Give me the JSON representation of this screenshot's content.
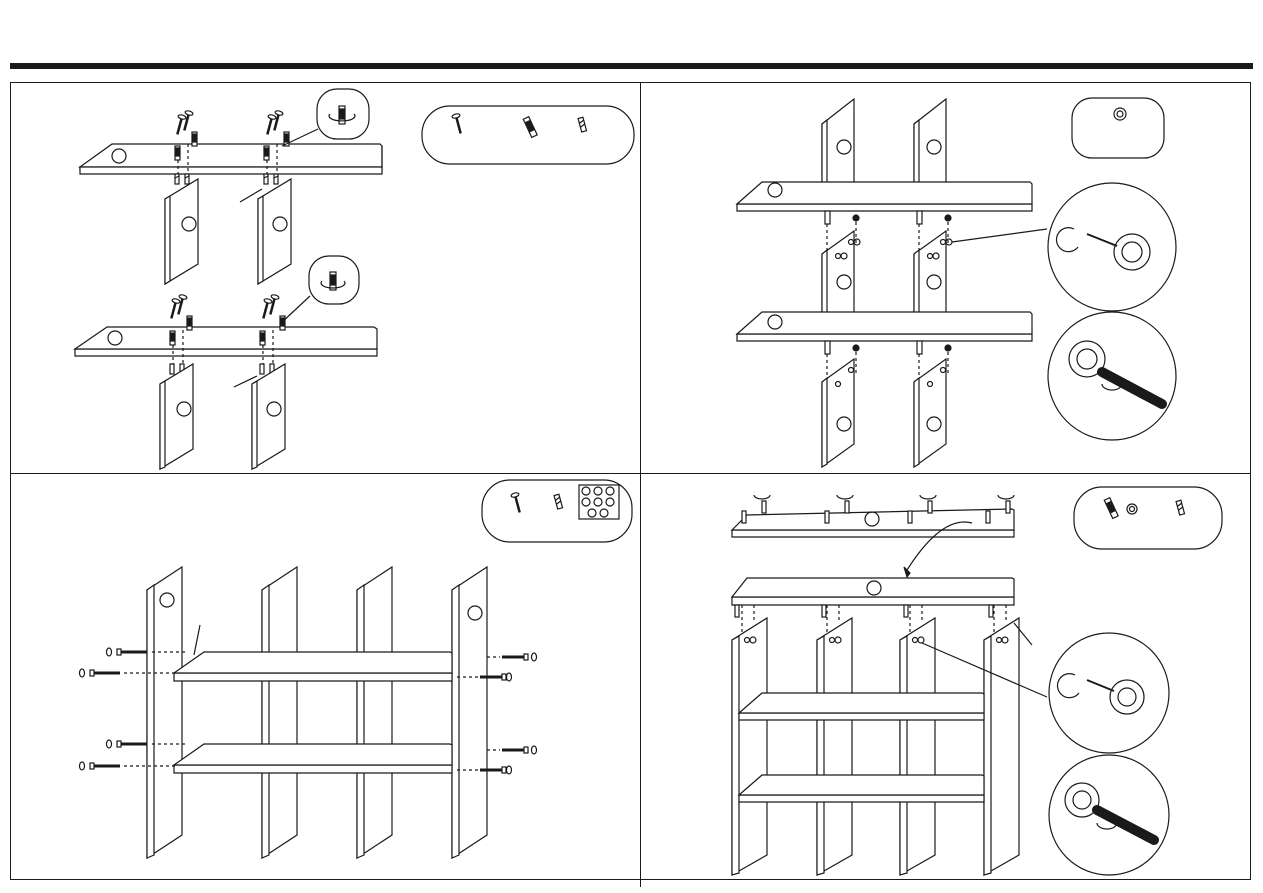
{
  "document": {
    "type": "furniture-assembly-instructions",
    "steps": [
      {
        "id": "step-1",
        "parts_box": [
          "screw-icon",
          "cam-bolt-icon",
          "wooden-dowel-icon"
        ]
      },
      {
        "id": "step-2",
        "parts_box": [
          "cam-lock-nut-icon"
        ]
      },
      {
        "id": "step-3",
        "parts_box": [
          "screw-icon",
          "wooden-dowel-icon",
          "backing-grid-icon"
        ]
      },
      {
        "id": "step-4",
        "parts_box": [
          "cam-bolt-icon",
          "cam-lock-nut-icon",
          "wooden-dowel-icon"
        ]
      }
    ]
  },
  "colors": {
    "ink": "#1a1a1a",
    "paper": "#ffffff"
  }
}
